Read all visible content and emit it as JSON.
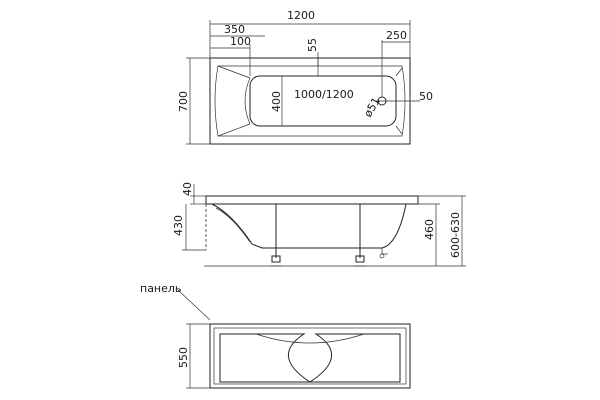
{
  "top_view": {
    "overall_width": "1200",
    "offset_left": "350",
    "offset_inner": "100",
    "drain_offset": "55",
    "drain_right": "250",
    "height": "700",
    "inner_height": "400",
    "inner_length": "1000/1200",
    "drain_diameter": "ø51",
    "drain_edge": "50"
  },
  "side_view": {
    "rim": "40",
    "depth": "430",
    "inner_depth": "460",
    "total_height": "600-630"
  },
  "panel": {
    "label": "панель",
    "height": "550"
  }
}
